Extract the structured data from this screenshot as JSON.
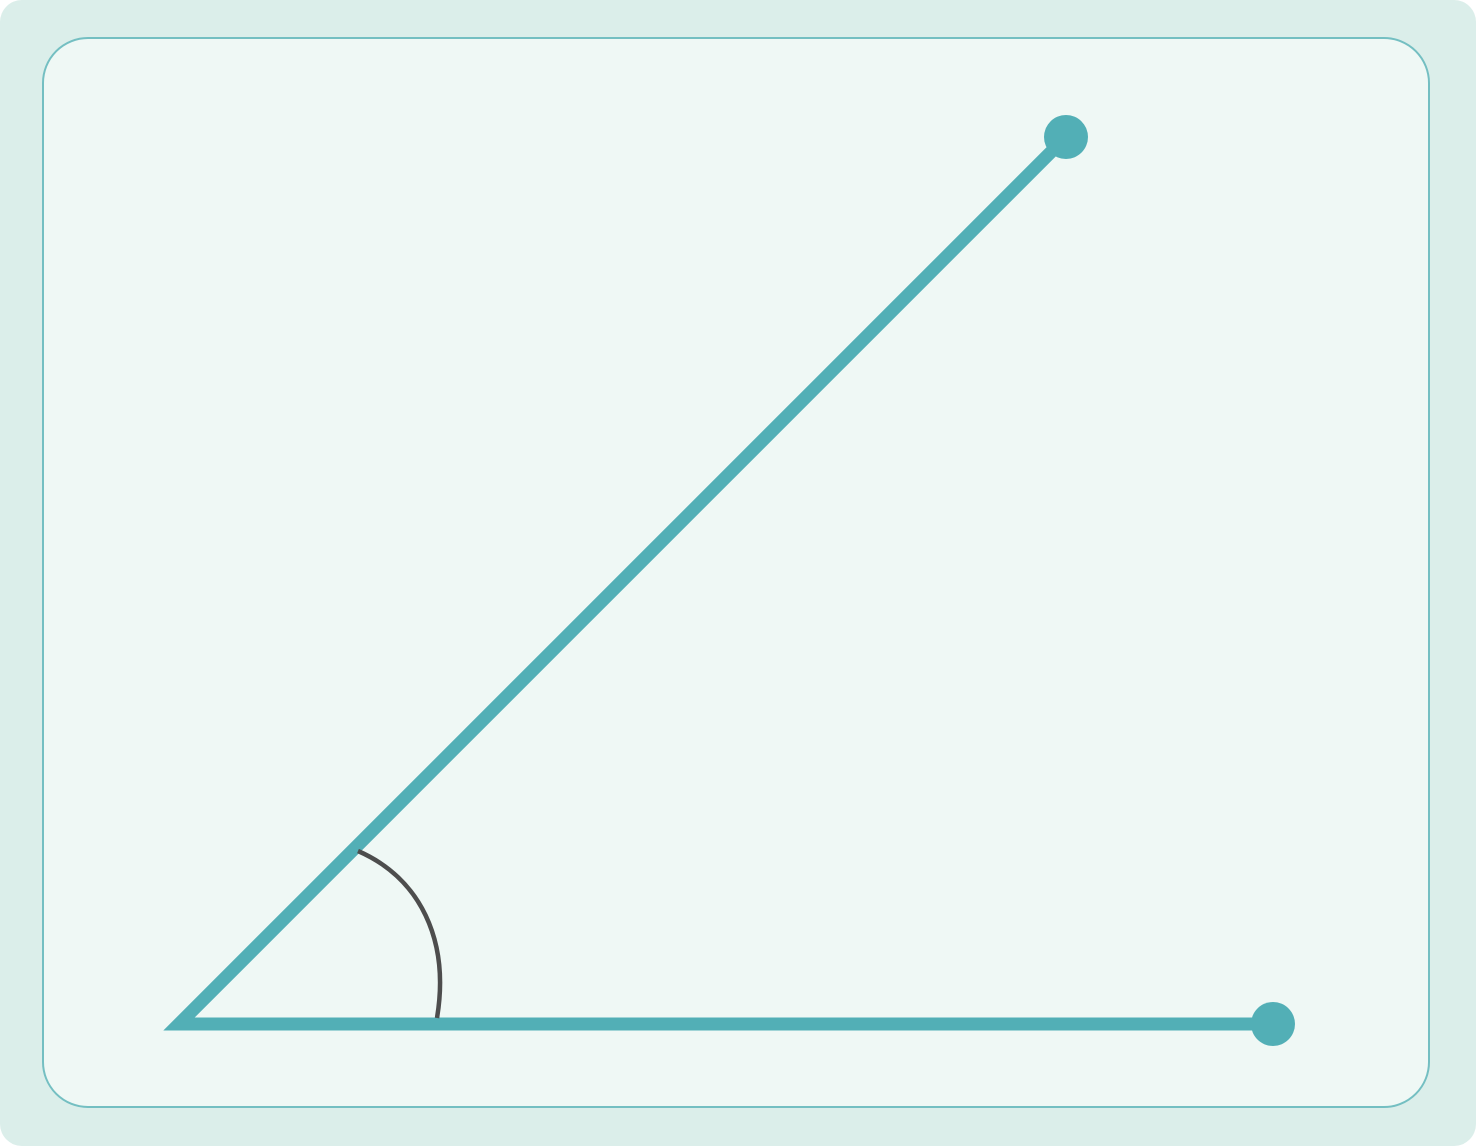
{
  "colors": {
    "background": "#dbeeea",
    "panel_fill": "#eff8f5",
    "panel_border": "#74bfc2",
    "ray": "#52afb6",
    "angle_arc": "#4d4d4d"
  },
  "diagram": {
    "type": "angle",
    "description_visible_text": "",
    "rays": 2,
    "ray_angle_degrees": 45,
    "endpoints": 2,
    "angle_marker": "arc"
  }
}
